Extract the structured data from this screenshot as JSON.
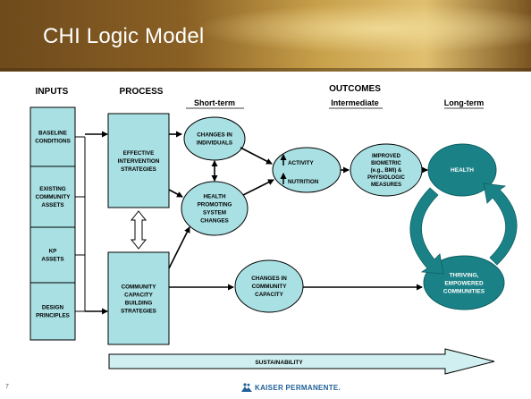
{
  "title": "CHI Logic Model",
  "page_number": "7",
  "logo_text": "KAISER PERMANENTE.",
  "headers": {
    "inputs": "INPUTS",
    "process": "PROCESS",
    "outcomes": "OUTCOMES",
    "short_term": "Short-term",
    "intermediate": "Intermediate",
    "long_term": "Long-term"
  },
  "inputs": [
    [
      "BASELINE",
      "CONDITIONS"
    ],
    [
      "EXISTING",
      "COMMUNITY",
      "ASSETS"
    ],
    [
      "KP",
      "ASSETS"
    ],
    [
      "DESIGN",
      "PRINCIPLES"
    ]
  ],
  "process": {
    "effective": [
      "EFFECTIVE",
      "INTERVENTION",
      "STRATEGIES"
    ],
    "capacity": [
      "COMMUNITY",
      "CAPACITY",
      "BUILDING",
      "STRATEGIES"
    ]
  },
  "short_term": {
    "individuals": [
      "CHANGES IN",
      "INDIVIDUALS"
    ],
    "health_system": [
      "HEALTH",
      "PROMOTING",
      "SYSTEM",
      "CHANGES"
    ],
    "community_capacity": [
      "CHANGES IN",
      "COMMUNITY",
      "CAPACITY"
    ]
  },
  "intermediate": {
    "activity": "ACTIVITY",
    "nutrition": "NUTRITION",
    "biometric": [
      "IMPROVED",
      "BIOMETRIC",
      "(e.g., BMI) &",
      "PHYSIOLOGIC",
      "MEASURES"
    ]
  },
  "long_term": {
    "health": "HEALTH",
    "thriving": [
      "THRIVING,",
      "EMPOWERED",
      "COMMUNITIES"
    ]
  },
  "sustainability": "SUSTAINABILITY",
  "colors": {
    "box_fill": "#a9e0e3",
    "dark_teal": "#1a8287",
    "sustain_fill": "#cfeff0",
    "header_top": "#5a3a12",
    "header_bottom": "#c89a3a"
  }
}
